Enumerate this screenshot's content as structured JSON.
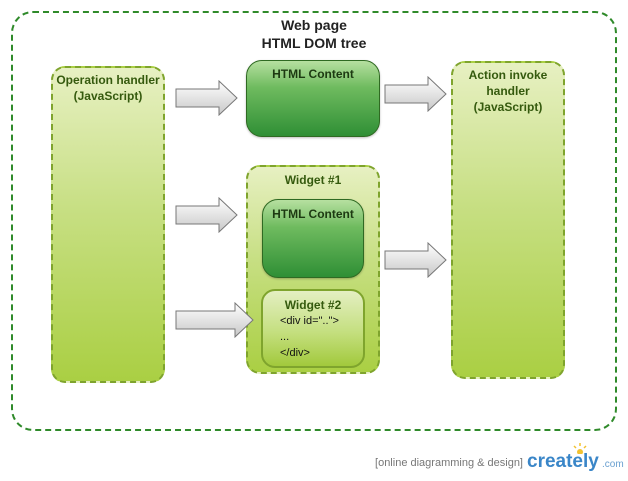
{
  "outer": {
    "title_line1": "Web page",
    "title_line2": "HTML DOM tree"
  },
  "operation_handler": {
    "line1": "Operation handler",
    "line2": "(JavaScript)"
  },
  "html_content_top": {
    "label": "HTML Content"
  },
  "widget1": {
    "label": "Widget #1"
  },
  "widget1_html_content": {
    "label": "HTML Content"
  },
  "widget2": {
    "label": "Widget #2",
    "code": [
      "<div id=\"..\">",
      "...",
      "</div>"
    ]
  },
  "action_handler": {
    "line1": "Action invoke",
    "line2": "handler",
    "line3": "(JavaScript)"
  },
  "footer": {
    "note": "[online diagramming & design]",
    "brand": "creately",
    "brand_suffix": ".com"
  },
  "colors": {
    "border_green": "#2f8a2a",
    "panel_dash": "#7fa42d",
    "content_green": "#2f8f35",
    "brand_blue": "#3a86c8"
  }
}
